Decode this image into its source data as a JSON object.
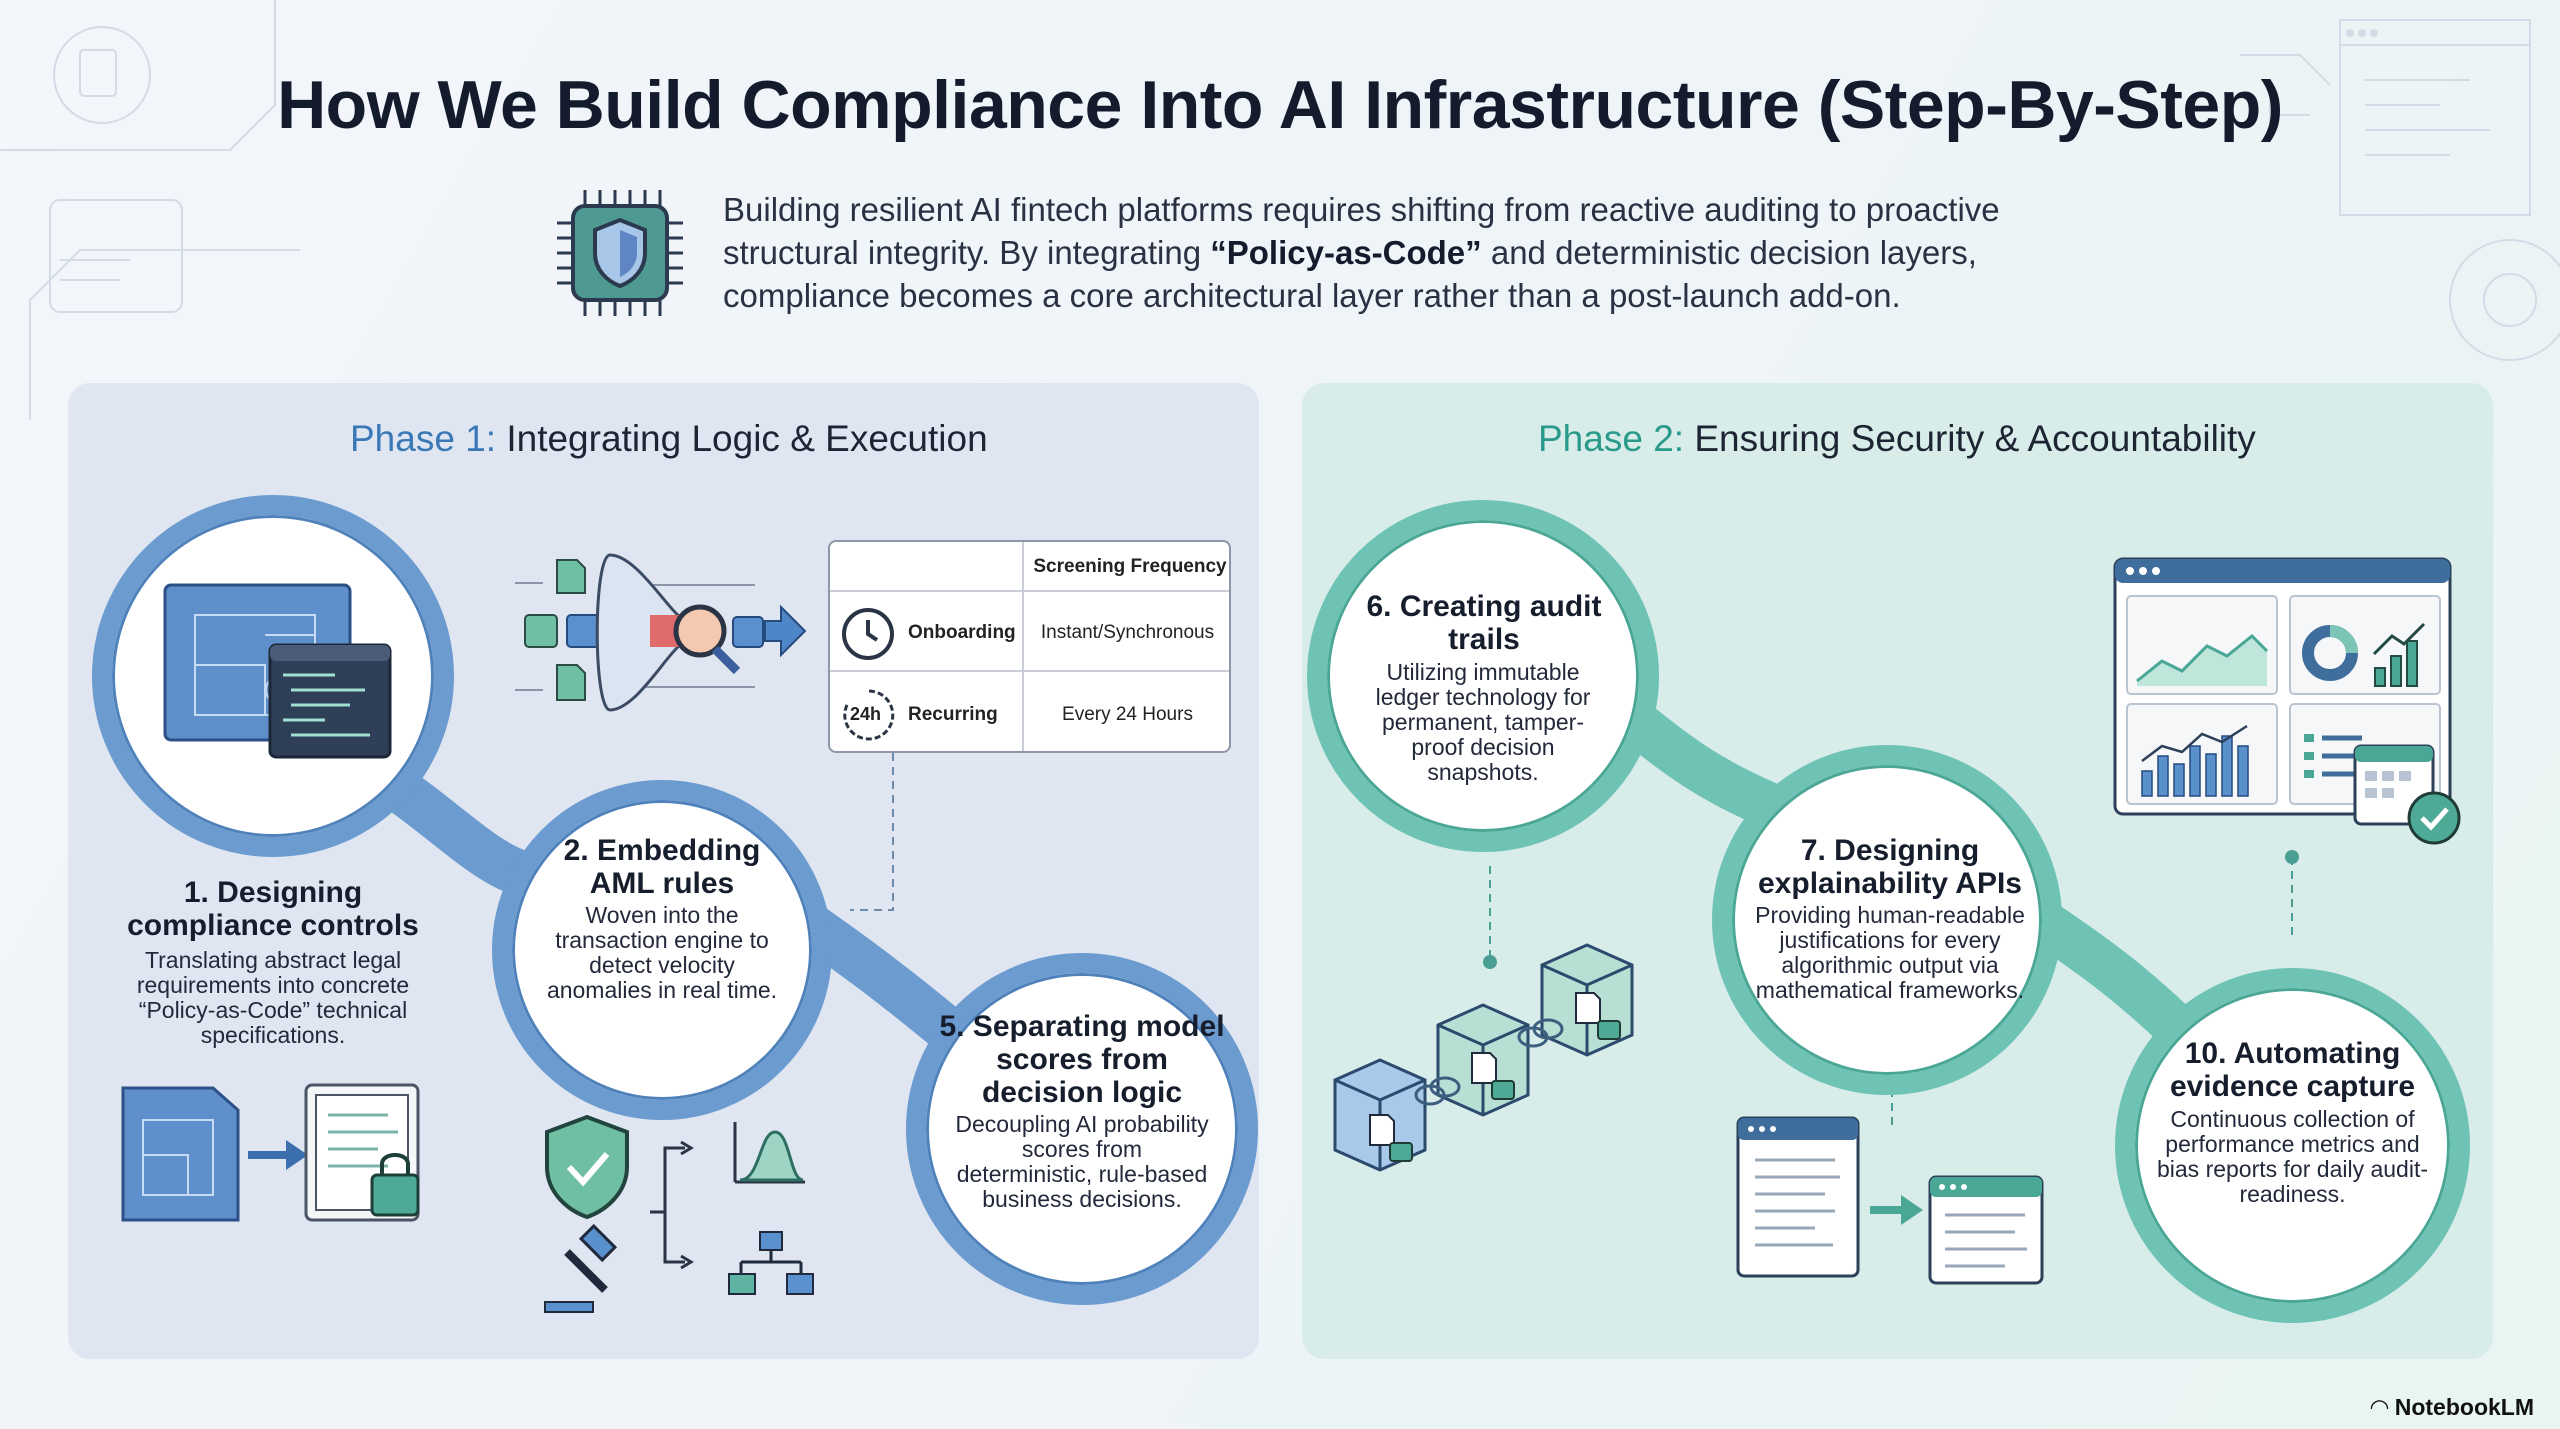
{
  "header": {
    "title": "How We Build Compliance Into AI Infrastructure (Step-By-Step)",
    "intro_1": "Building resilient AI fintech platforms requires shifting from reactive auditing to proactive structural integrity. By integrating ",
    "intro_bold": "“Policy-as-Code”",
    "intro_2": " and deterministic decision layers, compliance becomes a core architectural layer rather than a post-launch add-on."
  },
  "phase1": {
    "prefix": "Phase 1:",
    "title": "Integrating Logic & Execution",
    "colors": {
      "accent": "#3a78b6",
      "ring": "#6c9bcf"
    }
  },
  "phase2": {
    "prefix": "Phase 2:",
    "title": "Ensuring Security & Accountability",
    "colors": {
      "accent": "#2a9a8a",
      "ring": "#6ec3b5"
    }
  },
  "steps": [
    {
      "title": "1. Designing compliance controls",
      "desc": "Translating abstract legal requirements into concrete “Policy-as-Code” technical specifications."
    },
    {
      "title": "2. Embedding AML rules",
      "desc": "Woven into the transaction engine to detect velocity anomalies in real time."
    },
    {
      "title": "5. Separating model scores from decision logic",
      "desc": "Decoupling AI probability scores from deterministic, rule-based business decisions."
    },
    {
      "title": "6. Creating audit trails",
      "desc": "Utilizing immutable ledger technology for permanent, tamper-proof decision snapshots."
    },
    {
      "title": "7. Designing explainability APIs",
      "desc": "Providing human-readable justifications for every algorithmic output via mathematical frameworks."
    },
    {
      "title": "10. Automating evidence capture",
      "desc": "Continuous collection of performance metrics and bias reports for daily audit-readiness."
    }
  ],
  "screening_table": {
    "header": "Screening Frequency",
    "rows": [
      {
        "label": "Onboarding",
        "value": "Instant/Synchronous",
        "icon": "clock-icon"
      },
      {
        "label": "Recurring",
        "value": "Every 24 Hours",
        "icon_text": "24h",
        "icon": "24h-cycle-icon"
      }
    ]
  },
  "footer": {
    "brand": "NotebookLM"
  }
}
